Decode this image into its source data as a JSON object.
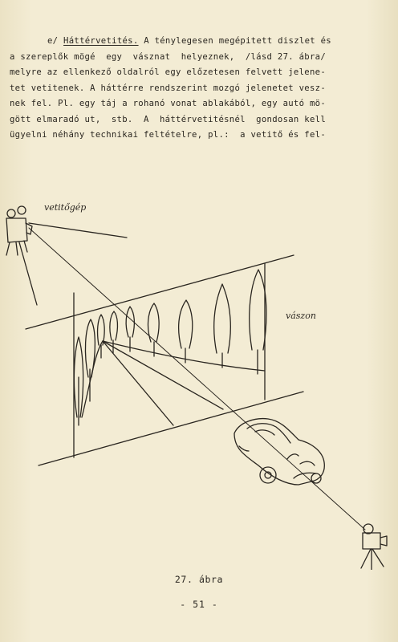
{
  "paragraph": {
    "label": "e/ ",
    "heading": "Háttérvetités.",
    "line1_rest": " A ténylegesen megépitett diszlet és",
    "lines": [
      "a szereplők mögé  egy  vásznat  helyeznek,  /lásd 27. ábra/",
      "melyre az ellenkező oldalról egy előzetesen felvett jelene-",
      "tet vetitenek. A háttérre rendszerint mozgó jelenetet vesz-",
      "nek fel. Pl. egy táj a rohanó vonat ablakából, egy autó mö-",
      "gött elmaradó ut,  stb.  A  háttérvetitésnél  gondosan kell",
      "ügyelni néhány technikai feltételre, pl.:  a vetitő és fel-"
    ]
  },
  "figure": {
    "label_projector": "vetitőgép",
    "label_screen": "vászon",
    "caption": "27. ábra"
  },
  "page_number": "- 51 -"
}
